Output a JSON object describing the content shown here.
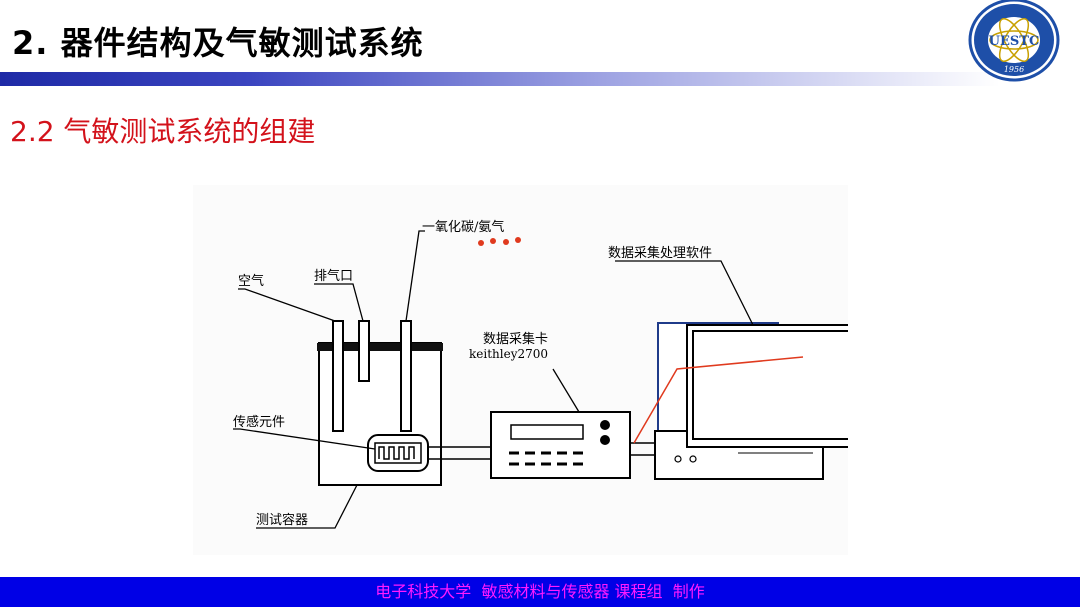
{
  "slide": {
    "title": "2. 器件结构及气敏测试系统",
    "subtitle": "2.2 气敏测试系统的组建",
    "footer": "电子科技大学  敏感材料与传感器 课程组  制作"
  },
  "logo": {
    "text": "UESTC",
    "year": "1956",
    "ring_color": "#1e4fa8"
  },
  "diagram": {
    "labels": {
      "gas": "一氧化碳/氨气",
      "air": "空气",
      "exhaust": "排气口",
      "software": "数据采集处理软件",
      "daq_card": "数据采集卡",
      "daq_model": "keithley2700",
      "sensor": "传感元件",
      "container": "测试容器"
    },
    "colors": {
      "gas_dots": "#e03a1e",
      "signal_line": "#e03a1e",
      "monitor_back": "#1f3b8a"
    }
  }
}
